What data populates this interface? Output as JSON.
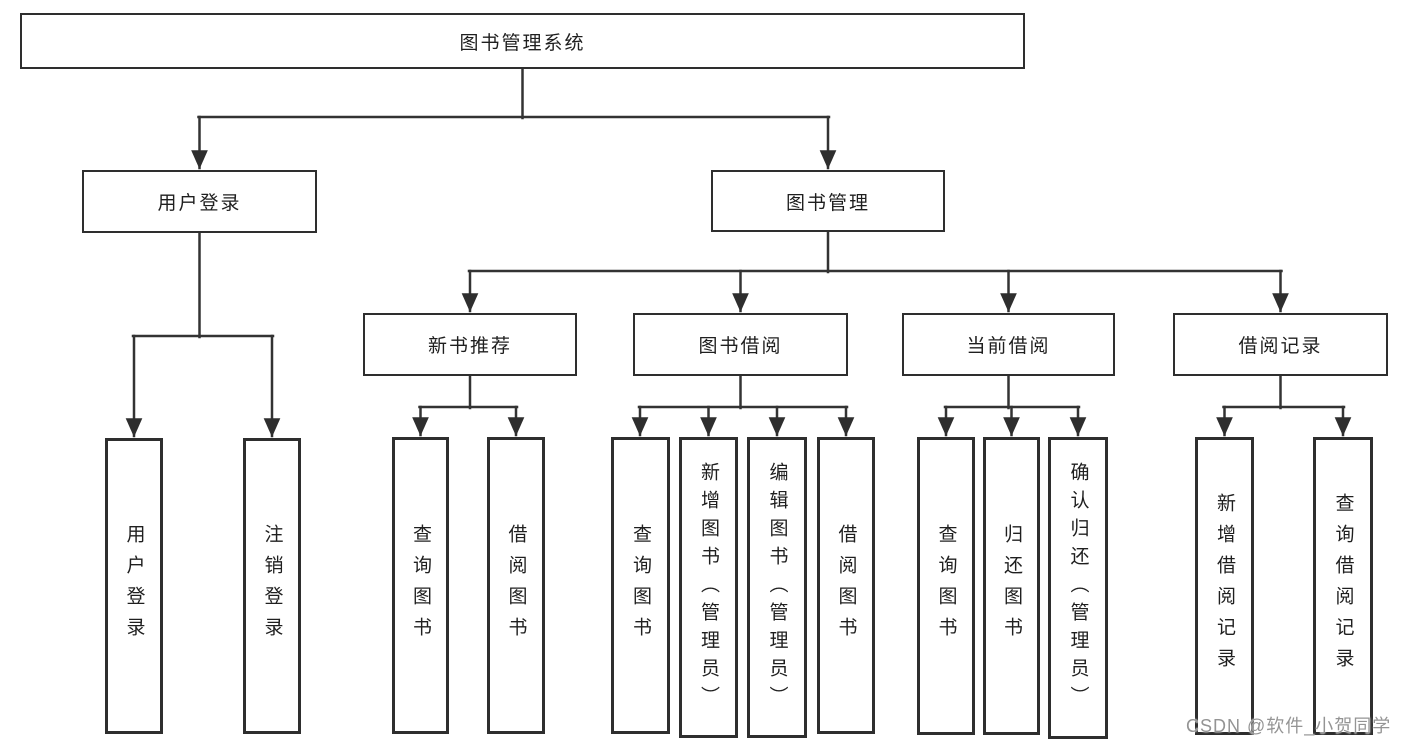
{
  "colors": {
    "line": "#333333",
    "box_border": "#2e2e2e",
    "text": "#1f1f1f",
    "watermark_text_color": "#949494",
    "background": "#ffffff"
  },
  "diagram": {
    "nodes": {
      "root": "图书管理系统",
      "user_login": "用户登录",
      "book_mgmt": "图书管理",
      "new_book_rec": "新书推荐",
      "book_borrow": "图书借阅",
      "current_borrow": "当前借阅",
      "borrow_record": "借阅记录",
      "leaf_user_login": "用户登录",
      "leaf_logout": "注销登录",
      "leaf_query_book_1": "查询图书",
      "leaf_borrow_book_1": "借阅图书",
      "leaf_query_book_2": "查询图书",
      "leaf_add_book": "新增图书（管理员）",
      "leaf_edit_book": "编辑图书（管理员）",
      "leaf_borrow_book_2": "借阅图书",
      "leaf_query_book_3": "查询图书",
      "leaf_return_book": "归还图书",
      "leaf_confirm_return": "确认归还（管理员）",
      "leaf_add_record": "新增借阅记录",
      "leaf_query_record": "查询借阅记录"
    },
    "watermark": "CSDN @软件_小贺同学"
  }
}
